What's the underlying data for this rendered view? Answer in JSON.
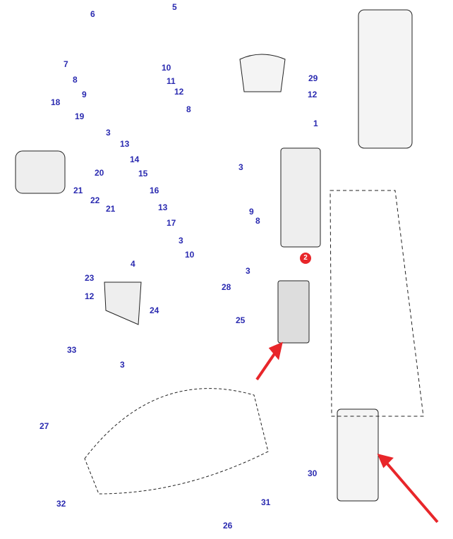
{
  "diagram": {
    "type": "exploded-parts-diagram",
    "highlight_badge": "2",
    "accent_color": "#e8262a",
    "label_color": "#2a2ab0",
    "callouts": [
      {
        "id": "c5",
        "text": "5"
      },
      {
        "id": "c6",
        "text": "6"
      },
      {
        "id": "c7",
        "text": "7"
      },
      {
        "id": "c8a",
        "text": "8"
      },
      {
        "id": "c9a",
        "text": "9"
      },
      {
        "id": "c10a",
        "text": "10"
      },
      {
        "id": "c11",
        "text": "11"
      },
      {
        "id": "c12a",
        "text": "12"
      },
      {
        "id": "c3a",
        "text": "3"
      },
      {
        "id": "c8b",
        "text": "8"
      },
      {
        "id": "c13a",
        "text": "13"
      },
      {
        "id": "c14",
        "text": "14"
      },
      {
        "id": "c15",
        "text": "15"
      },
      {
        "id": "c16",
        "text": "16"
      },
      {
        "id": "c13b",
        "text": "13"
      },
      {
        "id": "c17",
        "text": "17"
      },
      {
        "id": "c9b",
        "text": "9"
      },
      {
        "id": "c8c",
        "text": "8"
      },
      {
        "id": "c3b",
        "text": "3"
      },
      {
        "id": "c10b",
        "text": "10"
      },
      {
        "id": "c18",
        "text": "18"
      },
      {
        "id": "c19",
        "text": "19"
      },
      {
        "id": "c20",
        "text": "20"
      },
      {
        "id": "c21a",
        "text": "21"
      },
      {
        "id": "c22",
        "text": "22"
      },
      {
        "id": "c21b",
        "text": "21"
      },
      {
        "id": "c23",
        "text": "23"
      },
      {
        "id": "c12b",
        "text": "12"
      },
      {
        "id": "c4",
        "text": "4"
      },
      {
        "id": "c24",
        "text": "24"
      },
      {
        "id": "c28",
        "text": "28"
      },
      {
        "id": "c25",
        "text": "25"
      },
      {
        "id": "c33",
        "text": "33"
      },
      {
        "id": "c3c",
        "text": "3"
      },
      {
        "id": "c27",
        "text": "27"
      },
      {
        "id": "c29",
        "text": "29"
      },
      {
        "id": "c12c",
        "text": "12"
      },
      {
        "id": "c1",
        "text": "1"
      },
      {
        "id": "c3d",
        "text": "3"
      },
      {
        "id": "c3e",
        "text": "3"
      },
      {
        "id": "c30",
        "text": "30"
      },
      {
        "id": "c31",
        "text": "31"
      },
      {
        "id": "c26",
        "text": "26"
      },
      {
        "id": "c32",
        "text": "32"
      }
    ]
  }
}
